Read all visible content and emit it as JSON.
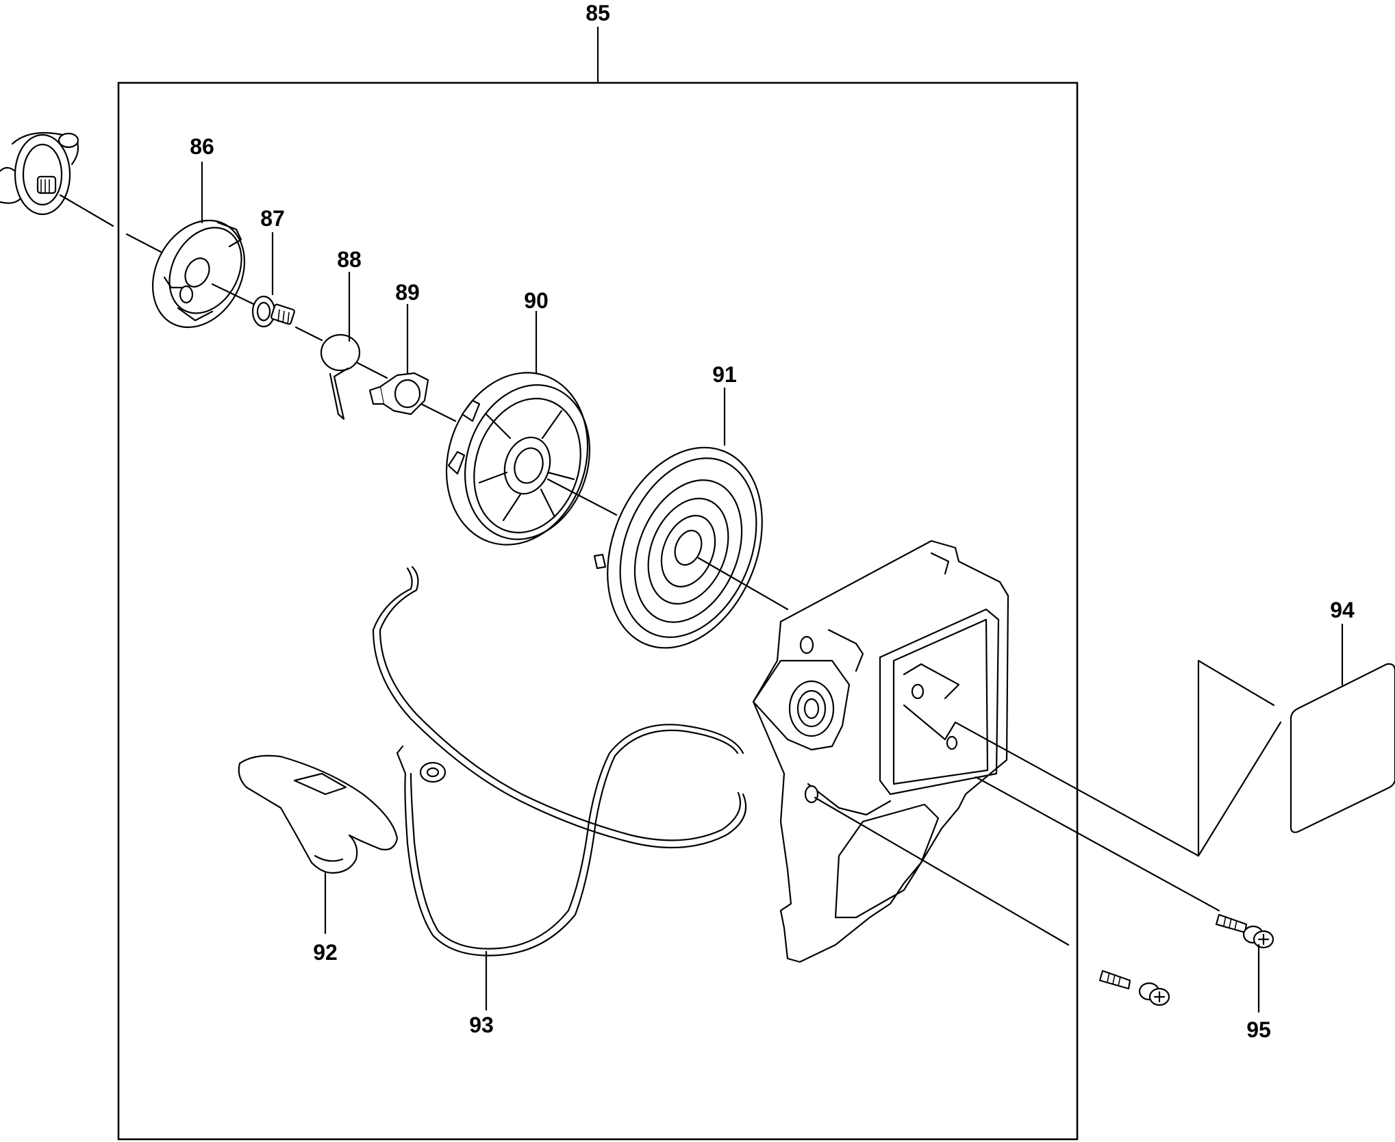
{
  "parts": [
    {
      "id": "85",
      "label": "85",
      "name": "recoil starter assembly"
    },
    {
      "id": "86",
      "label": "86",
      "name": "starter pulley"
    },
    {
      "id": "87",
      "label": "87",
      "name": "bolt"
    },
    {
      "id": "88",
      "label": "88",
      "name": "spring clip"
    },
    {
      "id": "89",
      "label": "89",
      "name": "pawl"
    },
    {
      "id": "90",
      "label": "90",
      "name": "rope reel"
    },
    {
      "id": "91",
      "label": "91",
      "name": "recoil spring"
    },
    {
      "id": "92",
      "label": "92",
      "name": "starter handle"
    },
    {
      "id": "93",
      "label": "93",
      "name": "starter rope"
    },
    {
      "id": "94",
      "label": "94",
      "name": "label"
    },
    {
      "id": "95",
      "label": "95",
      "name": "screw"
    }
  ],
  "colors": {
    "line": "#000000",
    "background": "#ffffff"
  }
}
